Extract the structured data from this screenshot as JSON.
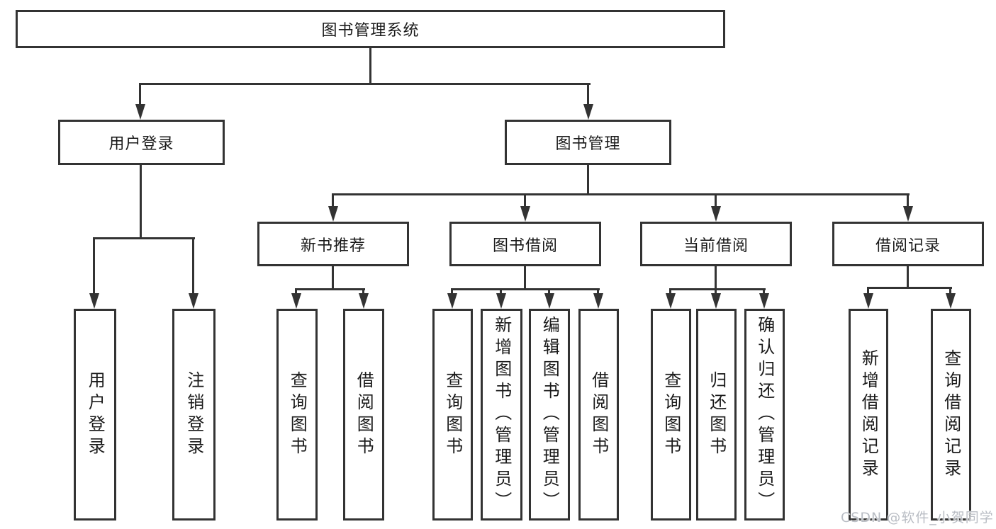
{
  "diagram_title": "图书管理系统",
  "tree": {
    "root": {
      "label": "图书管理系统"
    },
    "branches": [
      {
        "label": "用户登录",
        "leaves": [
          {
            "label": "用户登录"
          },
          {
            "label": "注销登录"
          }
        ]
      },
      {
        "label": "图书管理",
        "groups": [
          {
            "label": "新书推荐",
            "leaves": [
              {
                "label": "查询图书"
              },
              {
                "label": "借阅图书"
              }
            ]
          },
          {
            "label": "图书借阅",
            "leaves": [
              {
                "label": "查询图书"
              },
              {
                "label": "新增图书（管理员）"
              },
              {
                "label": "编辑图书（管理员）"
              },
              {
                "label": "借阅图书"
              }
            ]
          },
          {
            "label": "当前借阅",
            "leaves": [
              {
                "label": "查询图书"
              },
              {
                "label": "归还图书"
              },
              {
                "label": "确认归还（管理员）"
              }
            ]
          },
          {
            "label": "借阅记录",
            "leaves": [
              {
                "label": "新增借阅记录"
              },
              {
                "label": "查询借阅记录"
              }
            ]
          }
        ]
      }
    ]
  },
  "watermark": "CSDN @软件_小贺同学",
  "colors": {
    "line": "#333333",
    "text": "#1a1a1a",
    "watermark": "#b9bdc4",
    "background": "#ffffff"
  }
}
